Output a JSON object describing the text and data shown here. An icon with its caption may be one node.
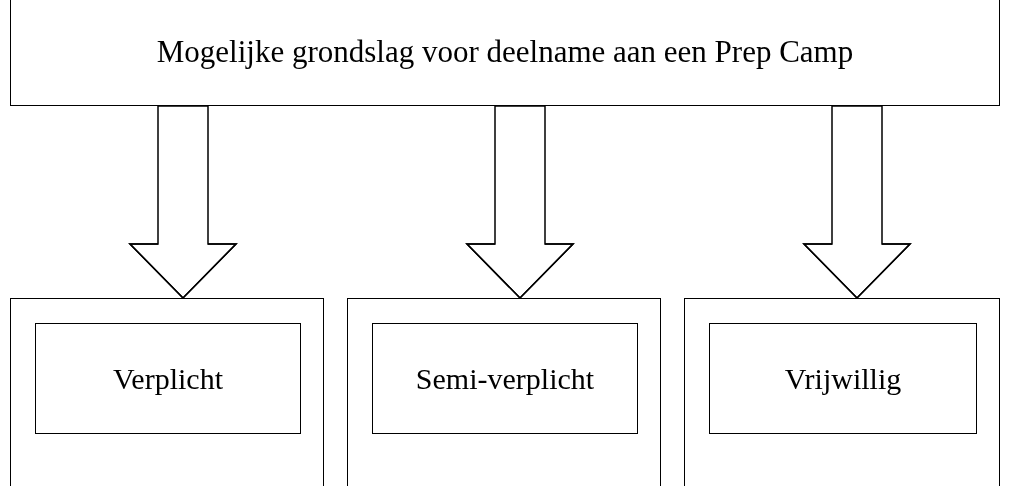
{
  "diagram": {
    "nodes": [
      {
        "text": [
          "Mogelijke grondslag voor deelname aan een Prep Camp"
        ]
      },
      {
        "text": [],
        "shape": "box"
      },
      {
        "text": [
          "Verplicht"
        ],
        "in": 1
      },
      {
        "text": [],
        "shape": "box"
      },
      {
        "text": [
          "Semi-verplicht"
        ],
        "in": 3
      },
      {
        "text": [],
        "shape": "box"
      },
      {
        "text": [
          "Vrijwillig"
        ],
        "in": 5
      }
    ],
    "edges": [
      {
        "from": 0,
        "to": 1,
        "arrow": "to"
      },
      {
        "from": 0,
        "to": 3,
        "arrow": "to"
      },
      {
        "from": 0,
        "to": 5,
        "arrow": "to"
      }
    ]
  }
}
